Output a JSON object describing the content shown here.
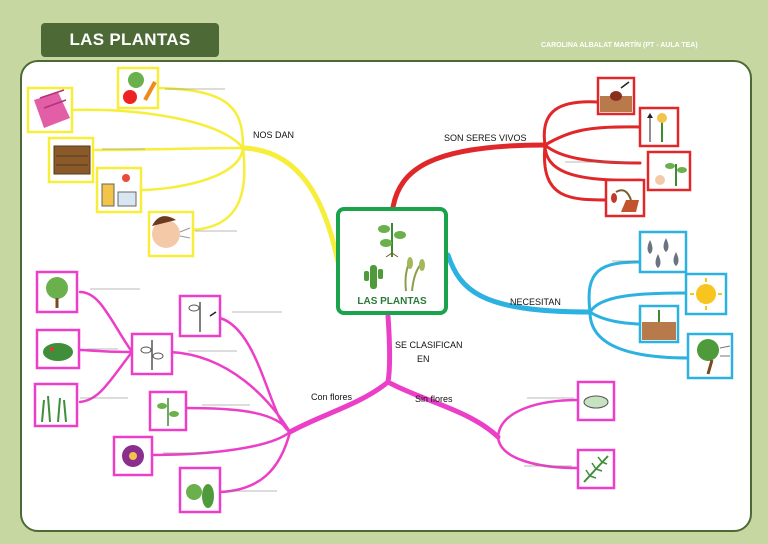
{
  "header": {
    "title": "LAS PLANTAS",
    "author": "CAROLINA ALBALAT MARTÍN (PT - AULA TEA)"
  },
  "center": {
    "label": "LAS PLANTAS"
  },
  "branches": {
    "nos_dan": "NOS DAN",
    "son_seres_vivos": "SON SERES VIVOS",
    "necesitan": "NECESITAN",
    "se_clasifican_line1": "SE CLASIFICAN",
    "se_clasifican_line2": "EN",
    "con_flores": "Con flores",
    "sin_flores": "Sin flores"
  },
  "colors": {
    "background": "#c6d7a2",
    "title_bar": "#4d6a36",
    "center_border": "#1aa34a",
    "nos_dan": "#f7ee3b",
    "seres_vivos": "#e0282a",
    "necesitan": "#2cb1e0",
    "clasifican": "#ec3fc8"
  }
}
